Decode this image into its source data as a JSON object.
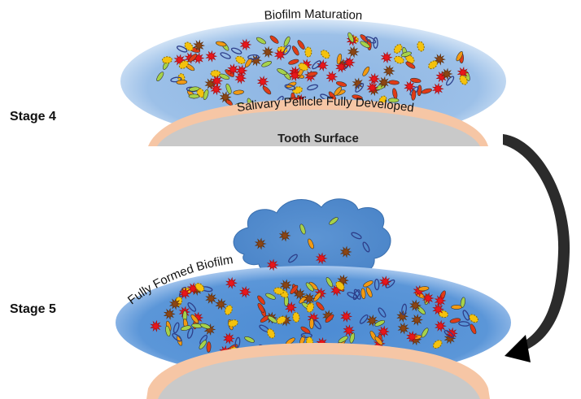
{
  "labels": {
    "stage4": "Stage 4",
    "stage5": "Stage 5",
    "biofilm_maturation": "Biofilm Maturation",
    "salivary_pellicle": "Salivary Pellicle Fully Developed",
    "tooth_surface": "Tooth Surface",
    "fully_formed_biofilm": "Fully Formed Biofilm"
  },
  "colors": {
    "pellicle": "#f6c6a5",
    "tooth": "#c9c9c9",
    "biofilm_stage4": "#8db6e3",
    "biofilm_stage5": "#4f8fd6",
    "cloud": "#5b93d3",
    "arrow": "#2b2b2b",
    "bacteria_red": "#e8161b",
    "bacteria_brown": "#8b4513",
    "bacteria_yellow": "#f4c20d",
    "rod_red": "#e03b16",
    "rod_green": "#a6d24a",
    "rod_navy": "#2e3f8a",
    "rod_orange": "#f29a12"
  },
  "icons": {
    "bacteria_types": [
      "red-spiky-bacterium-icon",
      "brown-spiky-bacterium-icon",
      "yellow-cocci-cluster-icon",
      "red-rod-icon",
      "green-rod-icon",
      "navy-ring-rod-icon",
      "orange-rod-icon"
    ],
    "transition": "curved-arrow-icon"
  }
}
